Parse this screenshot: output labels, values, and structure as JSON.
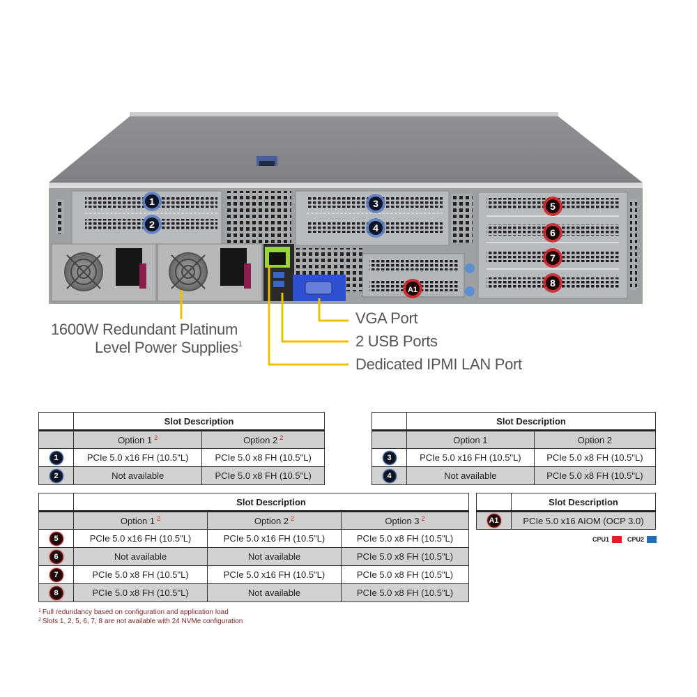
{
  "server": {
    "slot_badges": [
      {
        "label": "1",
        "cpu": "cpu2"
      },
      {
        "label": "2",
        "cpu": "cpu2"
      },
      {
        "label": "3",
        "cpu": "cpu2"
      },
      {
        "label": "4",
        "cpu": "cpu2"
      },
      {
        "label": "5",
        "cpu": "cpu1"
      },
      {
        "label": "6",
        "cpu": "cpu1"
      },
      {
        "label": "7",
        "cpu": "cpu1"
      },
      {
        "label": "8",
        "cpu": "cpu1"
      },
      {
        "label": "A1",
        "cpu": "cpu1"
      }
    ],
    "callouts": {
      "psu_line1": "1600W Redundant Platinum",
      "psu_line2": "Level Power Supplies",
      "psu_sup": "1",
      "vga": "VGA Port",
      "usb": "2 USB Ports",
      "ipmi": "Dedicated IPMI LAN Port"
    }
  },
  "tables": {
    "t12": {
      "title": "Slot Description",
      "options": [
        {
          "label": "Option 1",
          "sup": "2"
        },
        {
          "label": "Option 2",
          "sup": "2"
        }
      ],
      "rows": [
        {
          "badge": "1",
          "cells": [
            "PCIe 5.0 x16 FH (10.5\"L)",
            "PCIe 5.0 x8 FH (10.5\"L)"
          ]
        },
        {
          "badge": "2",
          "cells": [
            "Not available",
            "PCIe 5.0 x8 FH (10.5\"L)"
          ]
        }
      ]
    },
    "t34": {
      "title": "Slot Description",
      "options": [
        {
          "label": "Option 1"
        },
        {
          "label": "Option 2"
        }
      ],
      "rows": [
        {
          "badge": "3",
          "cells": [
            "PCIe 5.0 x16 FH (10.5\"L)",
            "PCIe 5.0 x8 FH (10.5\"L)"
          ]
        },
        {
          "badge": "4",
          "cells": [
            "Not available",
            "PCIe 5.0 x8 FH (10.5\"L)"
          ]
        }
      ]
    },
    "t58": {
      "title": "Slot Description",
      "options": [
        {
          "label": "Option 1",
          "sup": "2"
        },
        {
          "label": "Option 2",
          "sup": "2"
        },
        {
          "label": "Option 3",
          "sup": "2"
        }
      ],
      "rows": [
        {
          "badge": "5",
          "cells": [
            "PCIe 5.0 x16 FH (10.5\"L)",
            "PCIe 5.0 x16 FH (10.5\"L)",
            "PCIe 5.0 x8 FH (10.5\"L)"
          ]
        },
        {
          "badge": "6",
          "cells": [
            "Not available",
            "Not available",
            "PCIe 5.0 x8 FH (10.5\"L)"
          ]
        },
        {
          "badge": "7",
          "cells": [
            "PCIe 5.0 x8 FH (10.5\"L)",
            "PCIe 5.0 x16 FH (10.5\"L)",
            "PCIe 5.0 x8 FH (10.5\"L)"
          ]
        },
        {
          "badge": "8",
          "cells": [
            "PCIe 5.0 x8 FH (10.5\"L)",
            "Not available",
            "PCIe 5.0 x8 FH (10.5\"L)"
          ]
        }
      ]
    },
    "ta1": {
      "title": "Slot Description",
      "rows": [
        {
          "badge": "A1",
          "cells": [
            "PCIe 5.0 x16 AIOM (OCP 3.0)"
          ]
        }
      ]
    }
  },
  "legend": {
    "cpu1_label": "CPU1",
    "cpu1_color": "#e41c24",
    "cpu2_label": "CPU2",
    "cpu2_color": "#1f6fbf"
  },
  "footnotes": [
    {
      "sup": "1",
      "text": "Full redundancy based on configuration and application load"
    },
    {
      "sup": "2",
      "text": "Slots 1, 2, 5, 6, 7, 8 are not available with 24 NVMe configuration"
    }
  ]
}
